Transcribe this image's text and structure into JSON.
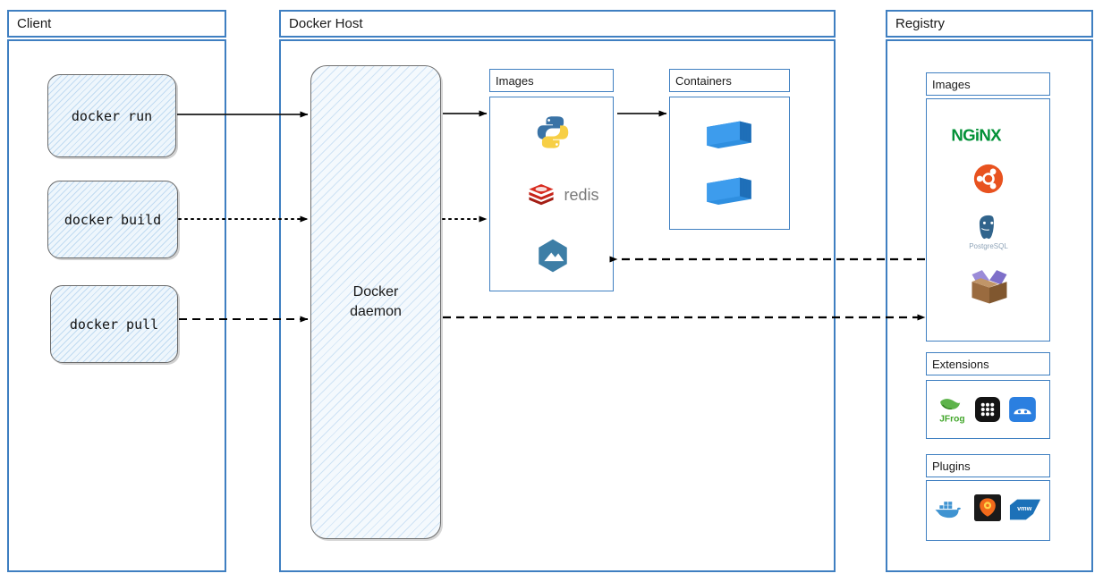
{
  "panels": [
    {
      "key": "client",
      "title": "Client"
    },
    {
      "key": "host",
      "title": "Docker Host"
    },
    {
      "key": "registry",
      "title": "Registry"
    }
  ],
  "client": {
    "title": "Client",
    "commands": [
      {
        "label": "docker run",
        "arrow": "solid"
      },
      {
        "label": "docker build",
        "arrow": "dotted"
      },
      {
        "label": "docker pull",
        "arrow": "dashed"
      }
    ]
  },
  "host": {
    "title": "Docker Host",
    "daemon_label_line1": "Docker",
    "daemon_label_line2": "daemon",
    "images": {
      "title": "Images",
      "items": [
        {
          "name": "python-icon",
          "label": "Python"
        },
        {
          "name": "redis-icon",
          "label": "redis"
        },
        {
          "name": "mattermost-icon",
          "label": "Mattermost"
        }
      ]
    },
    "containers": {
      "title": "Containers",
      "items": [
        {
          "name": "shipping-container-icon",
          "label": "container"
        },
        {
          "name": "shipping-container-icon",
          "label": "container"
        }
      ]
    }
  },
  "registry": {
    "title": "Registry",
    "images": {
      "title": "Images",
      "items": [
        {
          "name": "nginx-icon",
          "label": "NGINX"
        },
        {
          "name": "ubuntu-icon",
          "label": "Ubuntu"
        },
        {
          "name": "postgresql-icon",
          "label": "PostgreSQL"
        },
        {
          "name": "package-box-icon",
          "label": "package"
        }
      ]
    },
    "extensions": {
      "title": "Extensions",
      "items": [
        {
          "name": "jfrog-icon",
          "label": "JFrog"
        },
        {
          "name": "grid-apps-icon",
          "label": "apps"
        },
        {
          "name": "disk-usage-icon",
          "label": "disk"
        }
      ]
    },
    "plugins": {
      "title": "Plugins",
      "items": [
        {
          "name": "docker-whale-icon",
          "label": "Docker"
        },
        {
          "name": "grafana-icon",
          "label": "Grafana"
        },
        {
          "name": "vmware-icon",
          "label": "vmw"
        }
      ]
    }
  },
  "connections": [
    {
      "name": "run-to-daemon",
      "from": "docker run",
      "to": "Docker daemon",
      "style": "solid"
    },
    {
      "name": "build-to-daemon",
      "from": "docker build",
      "to": "Docker daemon",
      "style": "dotted"
    },
    {
      "name": "pull-to-daemon",
      "from": "docker pull",
      "to": "Docker daemon",
      "style": "dashed"
    },
    {
      "name": "daemon-to-images",
      "from": "Docker daemon",
      "to": "Images",
      "style": "solid"
    },
    {
      "name": "daemon-to-images-build",
      "from": "Docker daemon",
      "to": "Images",
      "style": "dotted"
    },
    {
      "name": "images-to-containers",
      "from": "Images",
      "to": "Containers",
      "style": "solid"
    },
    {
      "name": "registry-to-images",
      "from": "Registry",
      "to": "Images",
      "style": "dashed"
    },
    {
      "name": "pull-to-registry",
      "from": "Docker daemon",
      "to": "Registry",
      "style": "dashed"
    }
  ],
  "colors": {
    "panel_border": "#3f7fc1",
    "sketch_stroke": "#6b6b6b",
    "sketch_fill": "#eef6fc",
    "arrow": "#000000",
    "nginx_green": "#029137",
    "ubuntu_orange": "#e8521f",
    "postgres_blue": "#31648c",
    "redis_red": "#d82c20",
    "python_blue": "#3a73a6",
    "python_yellow": "#f7cf45",
    "container_blue": "#2f8fe0",
    "mattermost_blue": "#3d7ea6",
    "jfrog_green": "#41a62a",
    "grafana_orange": "#f26a1b",
    "vmware_blue": "#1c71b8",
    "docker_blue": "#3f93d1"
  }
}
